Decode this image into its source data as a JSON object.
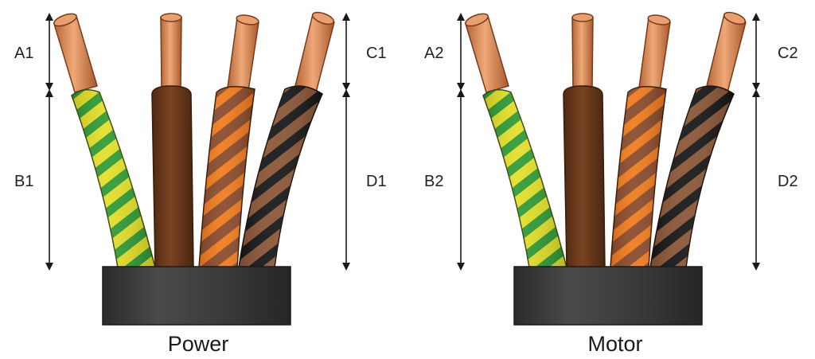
{
  "panels": [
    {
      "caption": "Power",
      "labels": {
        "a": "A1",
        "b": "B1",
        "c": "C1",
        "d": "D1"
      }
    },
    {
      "caption": "Motor",
      "labels": {
        "a": "A2",
        "b": "B2",
        "c": "C2",
        "d": "D2"
      }
    }
  ],
  "wires": [
    {
      "name": "green-yellow",
      "base": "#e3df28",
      "stripe": "#2f9a34"
    },
    {
      "name": "brown",
      "base": "#6e3a1f",
      "stripe": ""
    },
    {
      "name": "orange-brown",
      "base": "#8a4a2a",
      "stripe": "#f07a1c"
    },
    {
      "name": "black-brown",
      "base": "#8a5536",
      "stripe": "#151515"
    }
  ],
  "colors": {
    "copper": "#d98e5a",
    "copper_edge": "#7a3a18",
    "sleeve": "#3c3c3c",
    "arrow": "#1a1a1a"
  }
}
